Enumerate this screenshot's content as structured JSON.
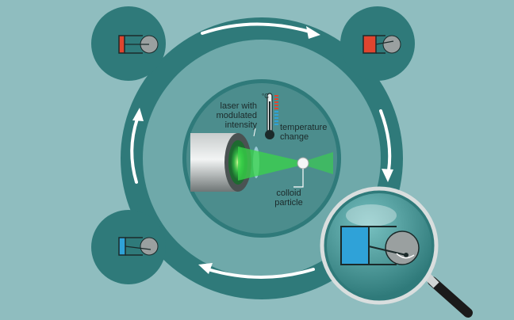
{
  "labels": {
    "laser": "laser with modulated intensity",
    "temperature": "temperature change",
    "colloid": "colloid particle",
    "unit": "°C"
  },
  "colors": {
    "background": "#8fbdbf",
    "ring": "#2f7a7a",
    "ring_inner": "#6fa9aa",
    "center": "#4c8d8d",
    "heater_hot": "#e0452f",
    "heater_cold": "#2fa2d8",
    "laser_green": "#39d64a"
  },
  "icons": [
    "thermometer-icon",
    "magnifier-icon",
    "cycle-arrow-icon",
    "heater-block-icon",
    "rotor-disc-icon"
  ]
}
